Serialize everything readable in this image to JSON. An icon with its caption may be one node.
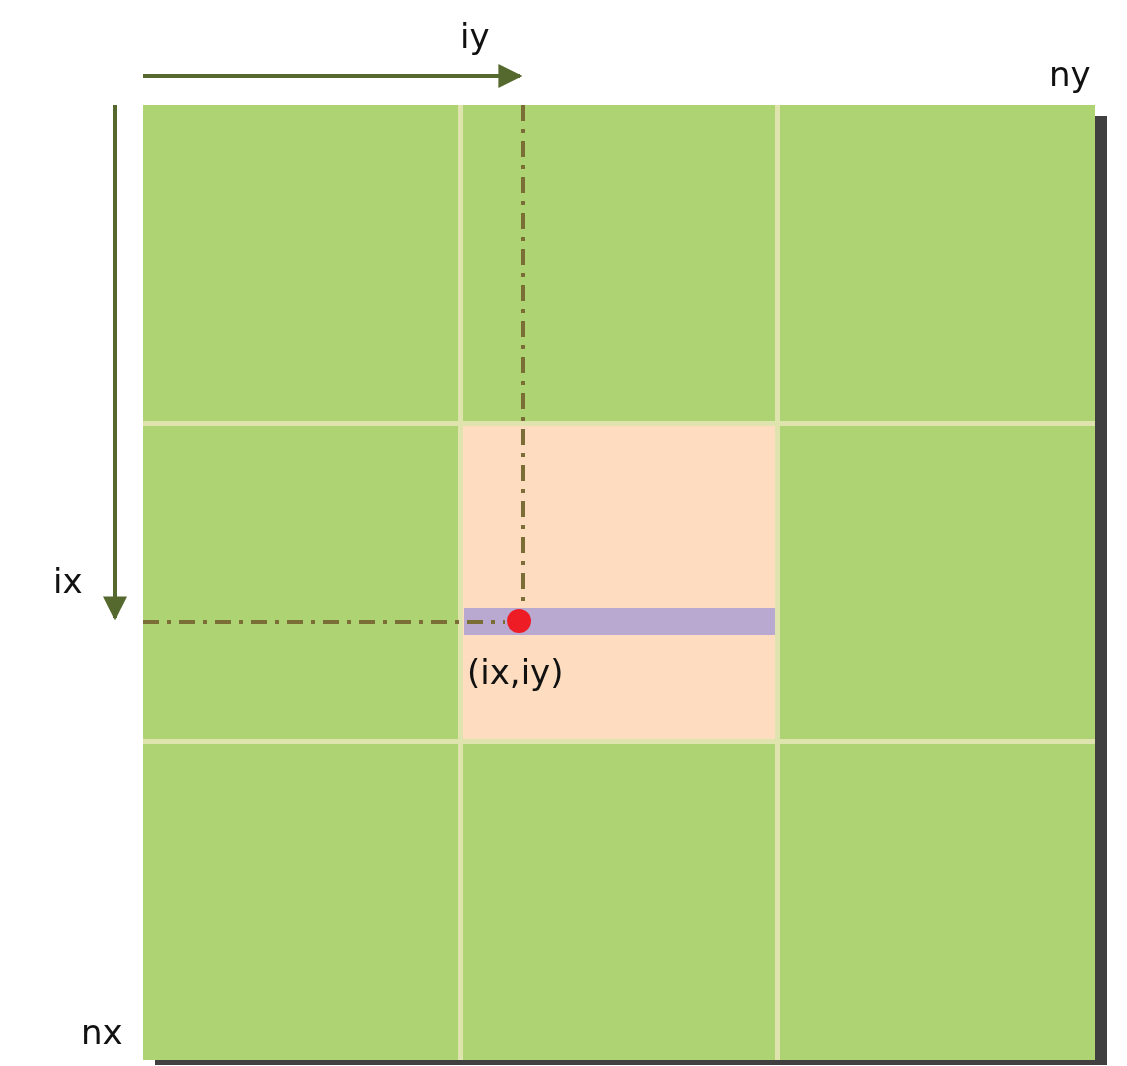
{
  "diagram": {
    "labels": [
      "iy",
      "ny",
      "ix",
      "(ix,iy)",
      "nx"
    ]
  }
}
